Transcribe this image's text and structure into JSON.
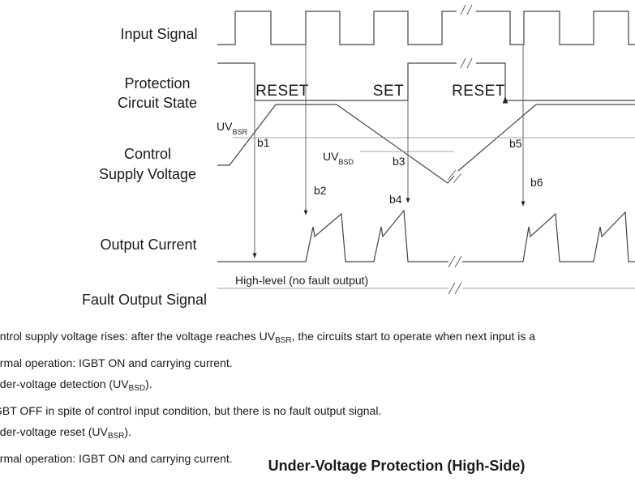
{
  "rows": {
    "input_signal": "Input Signal",
    "protection_line1": "Protection",
    "protection_line2": "Circuit State",
    "control_line1": "Control",
    "control_line2": "Supply Voltage",
    "output_current": "Output Current",
    "fault_output": "Fault Output Signal"
  },
  "states": {
    "reset1": "RESET",
    "set": "SET",
    "reset2": "RESET"
  },
  "thresholds": {
    "uvbsr": {
      "base": "UV",
      "sub": "BSR"
    },
    "uvbsd": {
      "base": "UV",
      "sub": "BSD"
    }
  },
  "markers": {
    "b1": "b1",
    "b2": "b2",
    "b3": "b3",
    "b4": "b4",
    "b5": "b5",
    "b6": "b6"
  },
  "fault_note": "High-level (no fault output)",
  "notes": [
    {
      "pre": "ontrol supply voltage rises: after the voltage reaches UV",
      "sub": "BSR",
      "post": ", the circuits start to operate when next input is a"
    },
    {
      "pre": "ormal operation: IGBT ON and carrying current.",
      "sub": "",
      "post": ""
    },
    {
      "pre": "nder-voltage detection (UV",
      "sub": "BSD",
      "post": ")."
    },
    {
      "pre": "GBT OFF in spite of control input condition, but there is no fault output signal.",
      "sub": "",
      "post": ""
    },
    {
      "pre": "nder-voltage reset (UV",
      "sub": "BSR",
      "post": ")."
    },
    {
      "pre": "ormal operation: IGBT ON and carrying current.",
      "sub": "",
      "post": ""
    }
  ],
  "caption": "Under-Voltage Protection (High-Side)"
}
